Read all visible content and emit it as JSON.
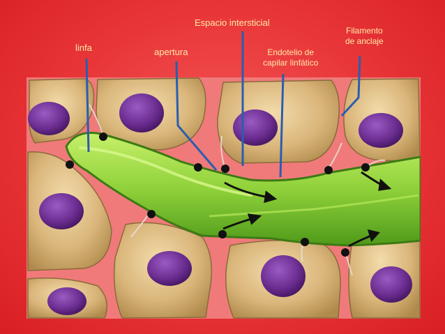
{
  "labels": {
    "linfa": "linfa",
    "apertura": "apertura",
    "espacio": "Espacio intersticial",
    "endotelio_line1": "Endotelio de",
    "endotelio_line2": "capilar linfático",
    "filamento_line1": "Filamento",
    "filamento_line2": "de anclaje"
  },
  "colors": {
    "background": "#e83537",
    "label_text": "#ffe9a8",
    "leader_line": "#2a5db0",
    "cell_body": "#d9b57a",
    "nucleus": "#6a2c8f",
    "lymph_vessel": "#8fd13a",
    "interstitial": "#f07a7a"
  }
}
